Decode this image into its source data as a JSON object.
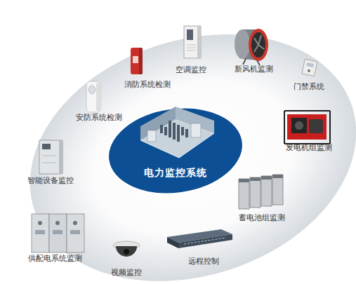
{
  "diagram": {
    "nodes": [
      {
        "text": [
          "空调监控"
        ]
      },
      {
        "text": [
          "新风机监测"
        ]
      },
      {
        "text": [
          "门禁系统"
        ]
      },
      {
        "text": [
          "消防系统检测"
        ]
      },
      {
        "text": [
          "安防系统检测"
        ]
      },
      {
        "text": [
          "发电机组监测"
        ]
      },
      {
        "text": [
          "电力监控系统"
        ]
      },
      {
        "text": [
          "智能设备监控"
        ]
      },
      {
        "text": [
          "蓄电池组监测"
        ]
      },
      {
        "text": [
          "供配电系统监测"
        ]
      },
      {
        "text": [
          "远程控制"
        ]
      },
      {
        "text": [
          "视频监控"
        ]
      }
    ]
  }
}
